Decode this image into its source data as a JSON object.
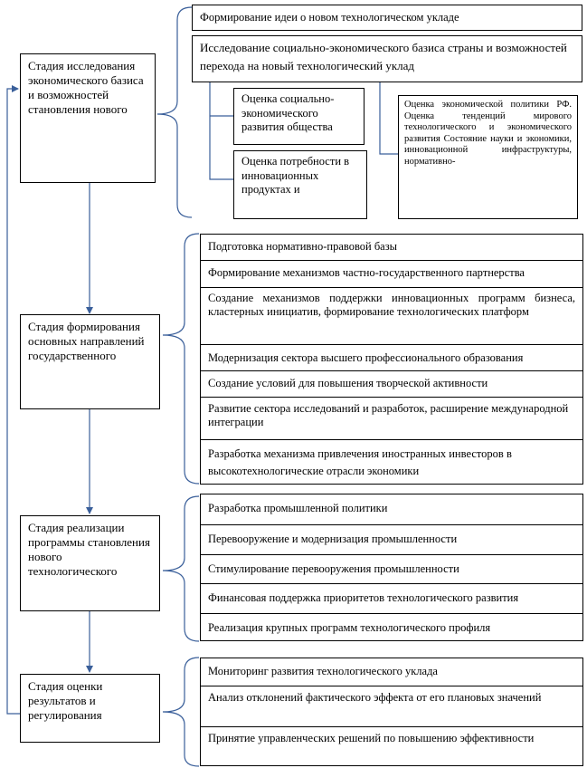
{
  "stages": [
    {
      "label": "Стадия исследования экономического базиса и возможностей становления нового"
    },
    {
      "label": "Стадия формирования основных направлений государственного"
    },
    {
      "label": "Стадия реализации программы становления нового технологического"
    },
    {
      "label": "Стадия оценки результатов и регулирования"
    }
  ],
  "group1": {
    "top": "Формирование идеи о новом технологическом укладе",
    "research": "Исследование социально-экономического базиса страны и возможностей перехода на новый технологический уклад",
    "sub_left_1": "Оценка социально-экономического развития общества",
    "sub_left_2": "Оценка потребности в инновационных продуктах и",
    "sub_right": "Оценка экономической политики РФ. Оценка тенденций мирового технологического и экономического развития Состояние науки и экономики, инновационной инфраструктуры, нормативно-"
  },
  "group2": [
    "Подготовка нормативно-правовой базы",
    "Формирование механизмов частно-государственного партнерства",
    "Создание механизмов поддержки инновационных программ бизнеса, кластерных инициатив, формирование технологических платформ",
    "Модернизация сектора высшего профессионального образования",
    "Создание условий для повышения творческой активности",
    "Развитие сектора исследований и разработок, расширение международной интеграции",
    "Разработка механизма привлечения иностранных инвесторов в высокотехнологические отрасли экономики"
  ],
  "group3": [
    "Разработка промышленной политики",
    "Перевооружение и модернизация промышленности",
    "Стимулирование перевооружения промышленности",
    "Финансовая поддержка приоритетов технологического развития",
    "Реализация крупных программ технологического профиля"
  ],
  "group4": [
    "Мониторинг развития технологического уклада",
    "Анализ отклонений фактического эффекта от его плановых значений",
    "Принятие управленческих решений по повышению эффективности"
  ]
}
